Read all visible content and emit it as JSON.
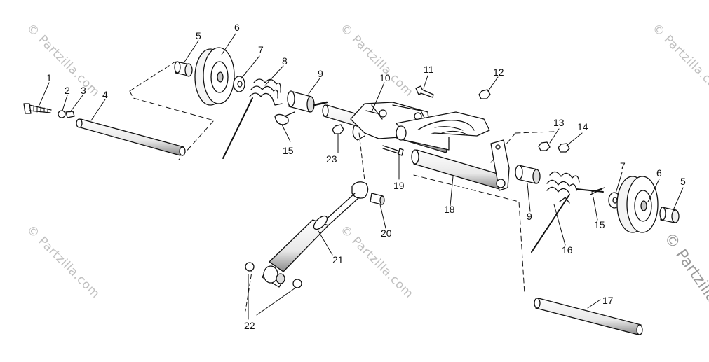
{
  "watermark": "© Partzilla.com",
  "watermark_edge": "© Partzilla",
  "callouts": {
    "c1": "1",
    "c2": "2",
    "c3": "3",
    "c4": "4",
    "c5a": "5",
    "c6a": "6",
    "c7a": "7",
    "c8": "8",
    "c9a": "9",
    "c10": "10",
    "c11": "11",
    "c12": "12",
    "c13": "13",
    "c14": "14",
    "c15a": "15",
    "c23": "23",
    "c19": "19",
    "c18": "18",
    "c9b": "9",
    "c7b": "7",
    "c6b": "6",
    "c5b": "5",
    "c15b": "15",
    "c16": "16",
    "c20": "20",
    "c21": "21",
    "c22": "22",
    "c17": "17"
  }
}
